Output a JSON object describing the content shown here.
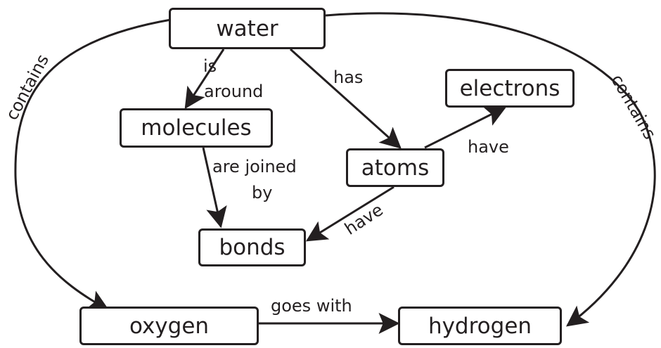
{
  "nodes": {
    "water": "water",
    "molecules": "molecules",
    "atoms": "atoms",
    "electrons": "electrons",
    "bonds": "bonds",
    "oxygen": "oxygen",
    "hydrogen": "hydrogen"
  },
  "edges": {
    "water_molecules_1": "is",
    "water_molecules_2": "around",
    "water_atoms": "has",
    "atoms_electrons": "have",
    "molecules_bonds_1": "are joined",
    "molecules_bonds_2": "by",
    "atoms_bonds": "have",
    "oxygen_hydrogen": "goes with",
    "water_oxygen": "contains",
    "water_hydrogen": "contains"
  },
  "colors": {
    "stroke": "#231f20",
    "background": "#ffffff"
  }
}
